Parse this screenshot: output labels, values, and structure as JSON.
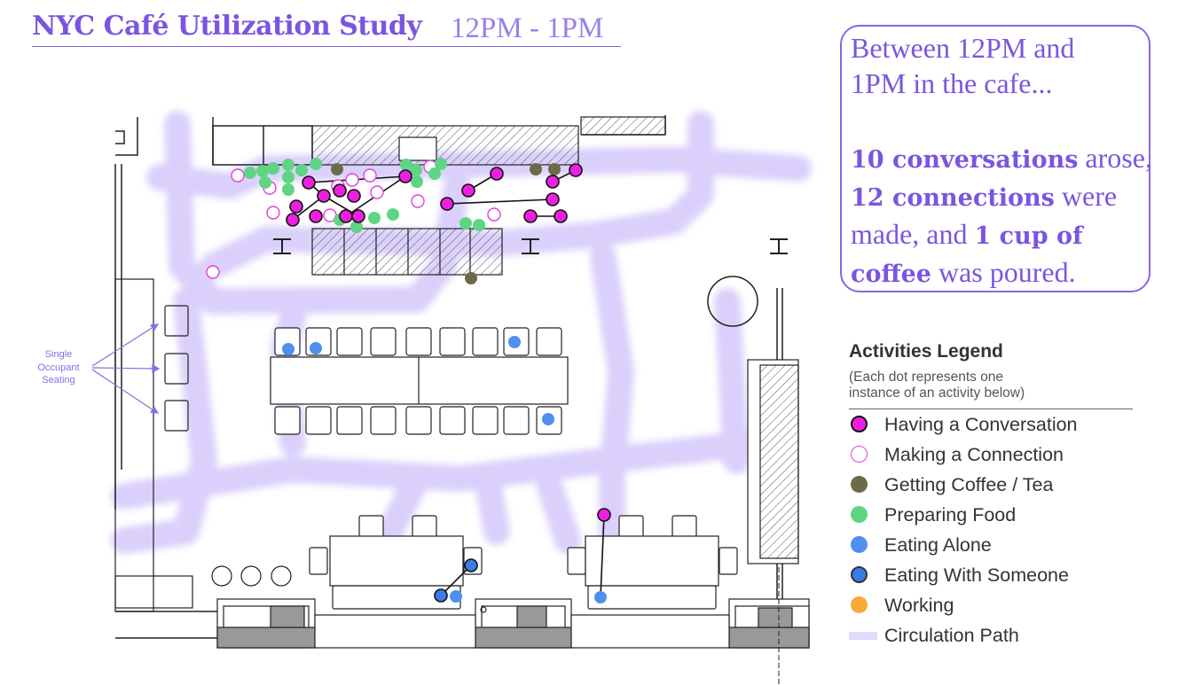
{
  "header": {
    "title": "NYC Café Utilization Study",
    "time_range": "12PM - 1PM"
  },
  "summary": {
    "intro_line1": "Between 12PM and",
    "intro_line2": "1PM in the cafe...",
    "conversations_count": "10 conversations",
    "conversations_tail": " arose,",
    "connections_count": "12 connections",
    "connections_tail": " were",
    "coffee_lead": "made, and ",
    "coffee_count_part1": "1 cup of",
    "coffee_count_part2": "coffee",
    "coffee_tail": " was poured."
  },
  "annotation": {
    "single_seating_line1": "Single",
    "single_seating_line2": "Occupant",
    "single_seating_line3": "Seating"
  },
  "legend": {
    "title": "Activities Legend",
    "note_line1": "(Each dot represents one",
    "note_line2": "instance of an activity below)",
    "items": [
      {
        "label": "Having a Conversation",
        "key": "conversation"
      },
      {
        "label": "Making a Connection",
        "key": "connection"
      },
      {
        "label": "Getting Coffee / Tea",
        "key": "coffee"
      },
      {
        "label": "Preparing Food",
        "key": "food"
      },
      {
        "label": "Eating Alone",
        "key": "alone"
      },
      {
        "label": "Eating With Someone",
        "key": "someone"
      },
      {
        "label": "Working",
        "key": "working"
      },
      {
        "label": "Circulation Path",
        "key": "path"
      }
    ]
  },
  "colors": {
    "accent": "#7b55e0",
    "conversation": "#ee1fe0",
    "connection": "#e040d8",
    "coffee": "#6b6b4a",
    "food": "#5ed582",
    "alone": "#4f8ff0",
    "someone": "#3b7be8",
    "working": "#f7a93a",
    "path": "#d9d0fb"
  }
}
